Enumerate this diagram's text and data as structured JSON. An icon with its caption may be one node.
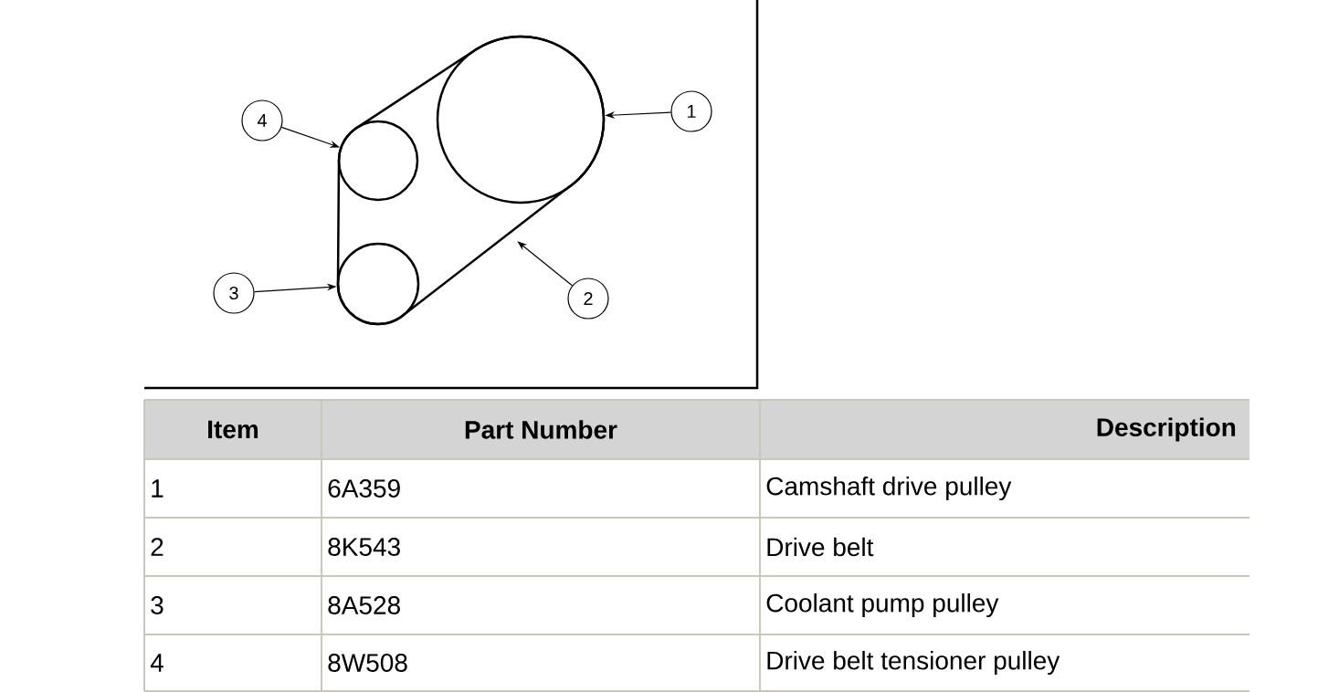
{
  "diagram": {
    "nodes": [
      {
        "text": [],
        "shape": "circle",
        "in": 3
      },
      {
        "text": [],
        "shape": "circle",
        "in": 3
      },
      {
        "text": [],
        "shape": "circle",
        "in": 3
      },
      {
        "text": [],
        "shape": "belt"
      },
      {
        "text": [
          "1"
        ]
      },
      {
        "text": [
          "2"
        ]
      },
      {
        "text": [
          "3"
        ]
      },
      {
        "text": [
          "4"
        ]
      }
    ],
    "edges": [
      {
        "from": 4,
        "to": 0,
        "arrow": "to"
      },
      {
        "from": 5,
        "to": 3,
        "arrow": "to"
      },
      {
        "from": 6,
        "to": 2,
        "arrow": "to"
      },
      {
        "from": 7,
        "to": 1,
        "arrow": "to"
      }
    ],
    "labels": [
      "Item",
      "Part Number",
      "Description",
      "1",
      "6A359",
      "Camshaft drive pulley",
      "2",
      "8K543",
      "Drive belt",
      "3",
      "8A528",
      "Coolant pump pulley",
      "4",
      "8W508",
      "Drive belt tensioner pulley"
    ]
  }
}
